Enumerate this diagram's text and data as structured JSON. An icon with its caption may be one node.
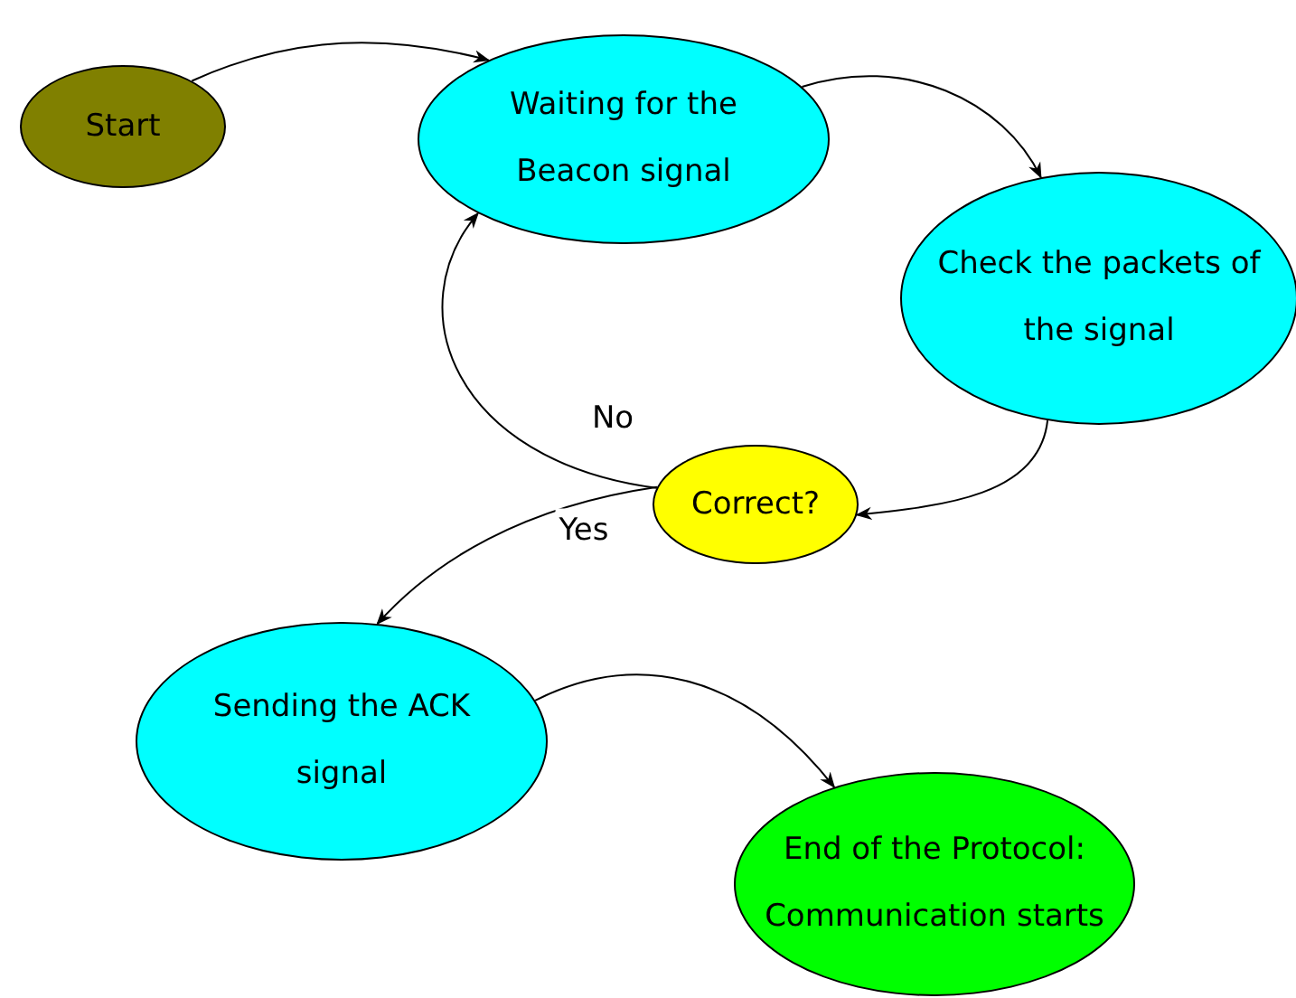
{
  "diagram": {
    "nodes": [
      {
        "text": [
          "Start"
        ]
      },
      {
        "text": [
          "Waiting for the Beacon signal"
        ]
      },
      {
        "text": [
          "Check the packets of the signal"
        ]
      },
      {
        "text": [
          "Correct?"
        ]
      },
      {
        "text": [
          "Sending the ACK signal"
        ]
      },
      {
        "text": [
          "End of the Protocol: Communication starts"
        ]
      }
    ],
    "edges": [
      {
        "from": 0,
        "to": 1,
        "arrow": "to"
      },
      {
        "from": 1,
        "to": 2,
        "arrow": "to"
      },
      {
        "from": 2,
        "to": 3,
        "arrow": "to"
      },
      {
        "from": 3,
        "to": 1,
        "arrow": "to",
        "label": "No"
      },
      {
        "from": 3,
        "to": 4,
        "arrow": "to",
        "label": "Yes"
      },
      {
        "from": 4,
        "to": 5,
        "arrow": "to"
      }
    ]
  }
}
